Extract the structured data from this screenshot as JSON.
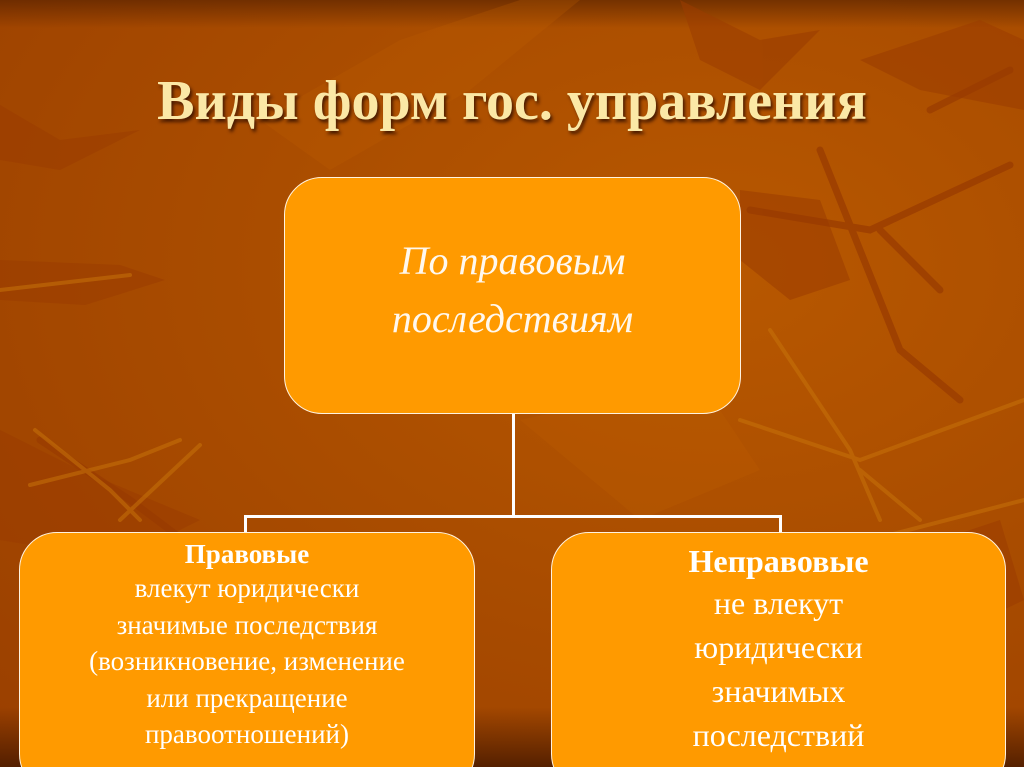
{
  "slide": {
    "title": "Виды форм гос. управления",
    "colors": {
      "background": "#aa4d00",
      "box_fill": "#ff9a00",
      "box_border": "#fff3e0",
      "title_text": "#fbe8a6",
      "box_text": "#ffffff",
      "connector": "#ffffff"
    }
  },
  "diagram": {
    "root": {
      "lines": [
        "По правовым",
        "последствиям"
      ]
    },
    "children": [
      {
        "title": "Правовые",
        "lines": [
          "влекут юридически",
          "значимые последствия",
          "(возникновение, изменение",
          "или прекращение",
          "правоотношений)"
        ]
      },
      {
        "title": "Неправовые",
        "lines": [
          "не влекут",
          "юридически",
          "значимых",
          "последствий"
        ]
      }
    ]
  }
}
